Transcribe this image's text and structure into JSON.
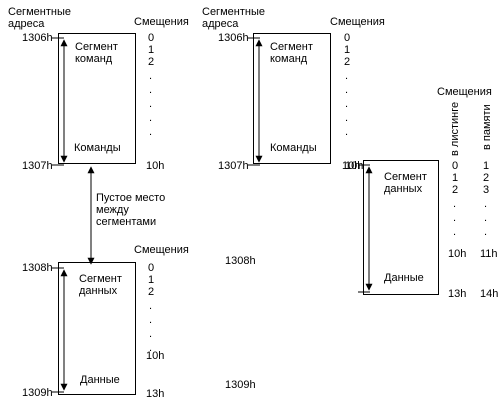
{
  "labels": {
    "segment_addresses": "Сегментные адреса",
    "offsets": "Смещения",
    "segment_code": "Сегмент команд",
    "segment_data": "Сегмент данных",
    "commands": "Команды",
    "data": "Данные",
    "empty_space": "Пустое место между сегментами",
    "in_listing": "в листинге",
    "in_memory": "в памяти"
  },
  "left": {
    "addresses": [
      "1306h",
      "1307h",
      "1308h",
      "1309h"
    ],
    "code_offsets": [
      "0",
      "1",
      "2",
      ".",
      ".",
      ".",
      ".",
      ".",
      "10h"
    ],
    "data_offsets": [
      "0",
      "1",
      "2",
      ".",
      ".",
      ".",
      ".",
      "10h",
      "13h"
    ]
  },
  "right": {
    "addresses": [
      "1306h",
      "1307h",
      "1308h",
      "1309h"
    ],
    "code_offsets": [
      "0",
      "1",
      "2",
      ".",
      ".",
      ".",
      ".",
      ".",
      "10h"
    ],
    "data_offsets_listing": [
      "0",
      "1",
      "2",
      ".",
      ".",
      ".",
      "10h",
      "13h"
    ],
    "data_offsets_memory": [
      "1",
      "2",
      "3",
      ".",
      ".",
      ".",
      "11h",
      "14h"
    ],
    "data_address_label": "10h"
  }
}
